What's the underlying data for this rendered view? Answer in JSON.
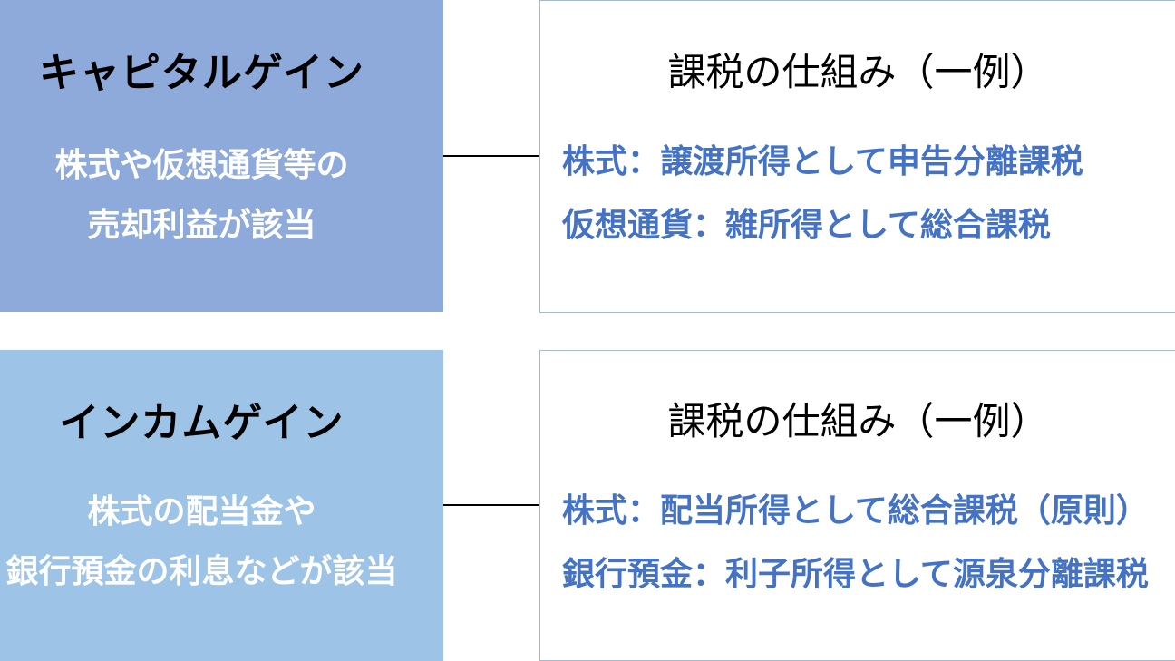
{
  "sections": [
    {
      "title": "キャピタルゲイン",
      "description": [
        "株式や仮想通貨等の",
        "売却利益が該当"
      ],
      "detail_title": "課税の仕組み（一例）",
      "details": [
        "株式：譲渡所得として申告分離課税",
        "仮想通貨：雑所得として総合課税"
      ]
    },
    {
      "title": "インカムゲイン",
      "description": [
        "株式の配当金や",
        "銀行預金の利息などが該当"
      ],
      "detail_title": "課税の仕組み（一例）",
      "details": [
        "株式：配当所得として総合課税（原則）",
        "銀行預金：利子所得として源泉分離課税"
      ]
    }
  ],
  "colors": {
    "capital_box": "#8eaadb",
    "income_box": "#9dc3e6",
    "detail_text": "#4472c4"
  }
}
